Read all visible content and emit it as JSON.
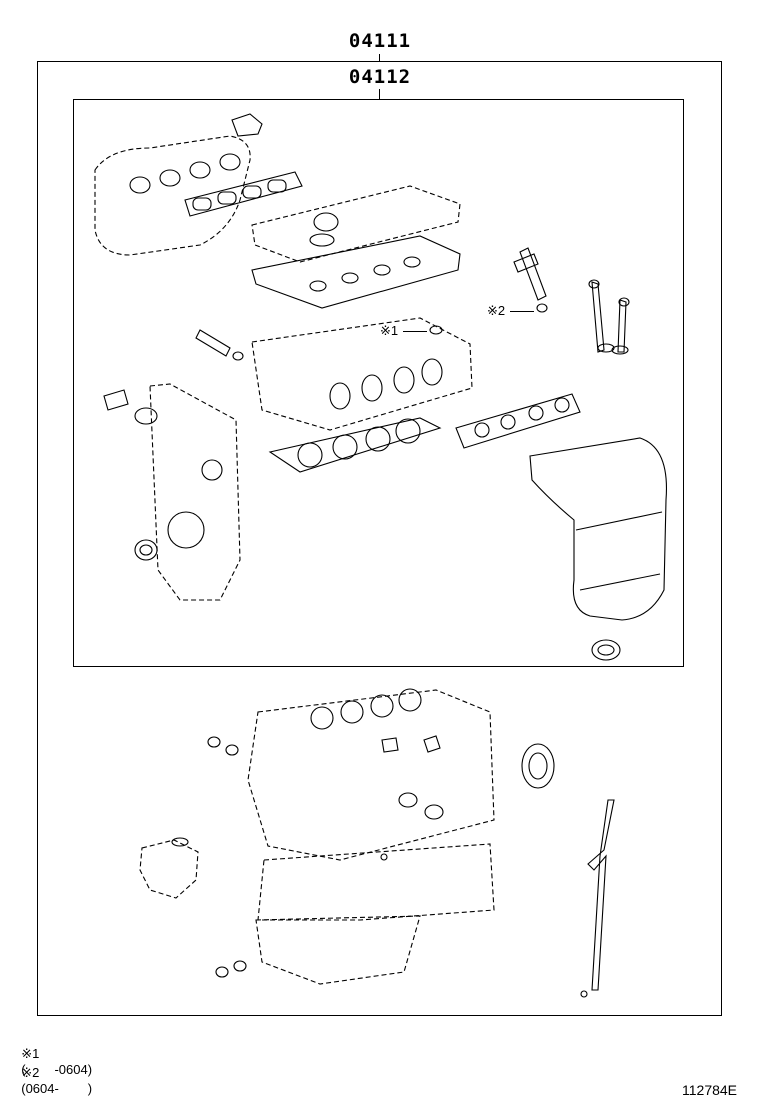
{
  "diagram": {
    "kit_outer_part_no": "04111",
    "kit_inner_part_no": "04112",
    "callouts": {
      "mark_1": "※1",
      "mark_2": "※2"
    },
    "notes": [
      {
        "mark": "※1",
        "text": "(        -0604)"
      },
      {
        "mark": "※2",
        "text": "(0604-        )"
      }
    ],
    "figure_id": "112784E"
  }
}
